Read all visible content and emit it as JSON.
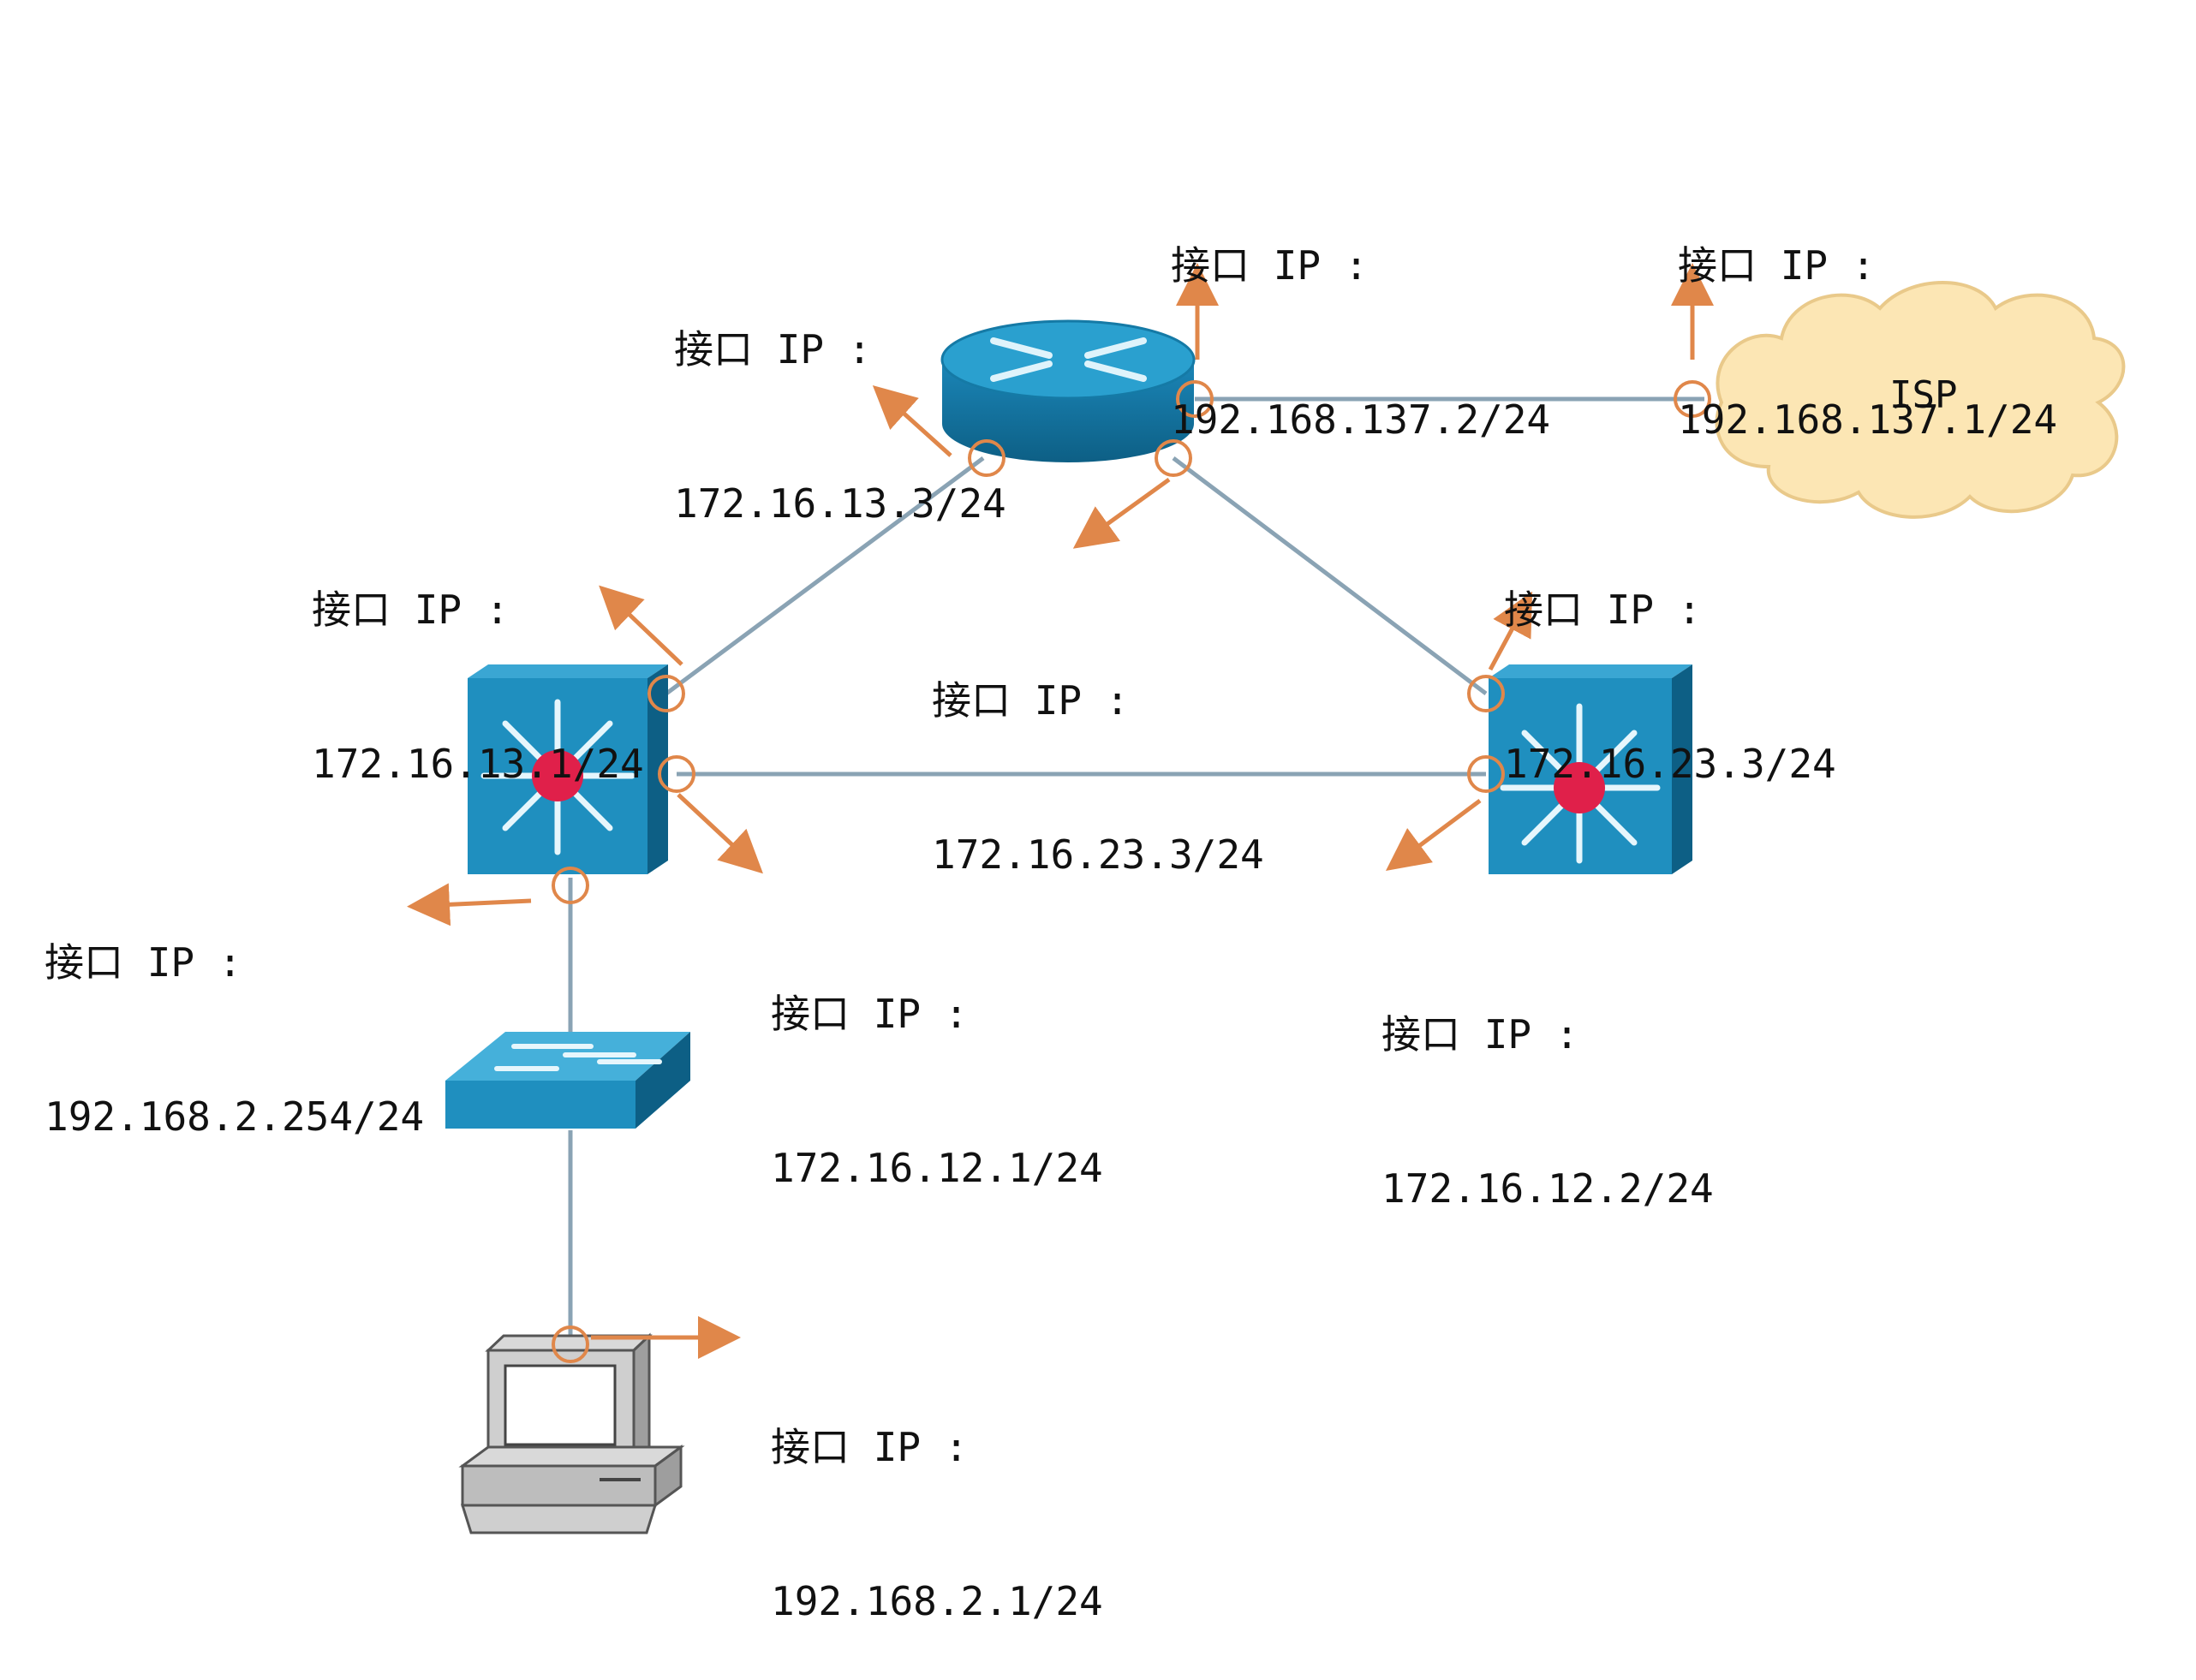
{
  "cloud": {
    "label": "ISP"
  },
  "interfaces": [
    {
      "id": "router-top",
      "title": "接口 IP :",
      "ip": "192.168.137.2/24"
    },
    {
      "id": "isp-side",
      "title": "接口 IP :",
      "ip": "192.168.137.1/24"
    },
    {
      "id": "router-left",
      "title": "接口 IP :",
      "ip": "172.16.13.3/24"
    },
    {
      "id": "l3a-up",
      "title": "接口 IP :",
      "ip": "172.16.13.1/24"
    },
    {
      "id": "router-down",
      "title": "接口 IP :",
      "ip": "172.16.23.3/24"
    },
    {
      "id": "l3b-up",
      "title": "接口 IP :",
      "ip": "172.16.23.3/24"
    },
    {
      "id": "l3a-left",
      "title": "接口 IP :",
      "ip": "192.168.2.254/24"
    },
    {
      "id": "l3a-right",
      "title": "接口 IP :",
      "ip": "172.16.12.1/24"
    },
    {
      "id": "l3b-left",
      "title": "接口 IP :",
      "ip": "172.16.12.2/24"
    },
    {
      "id": "pc",
      "title": "接口 IP :",
      "ip": "192.168.2.1/24"
    }
  ],
  "colors": {
    "link": "#8aa3b4",
    "device_blue": "#1f8fbf",
    "device_dark": "#0f6f99",
    "arrow": "#e0874a",
    "cloud_fill": "#fce6b4",
    "cloud_stroke": "#e9c98a",
    "core_red": "#e0204a"
  }
}
